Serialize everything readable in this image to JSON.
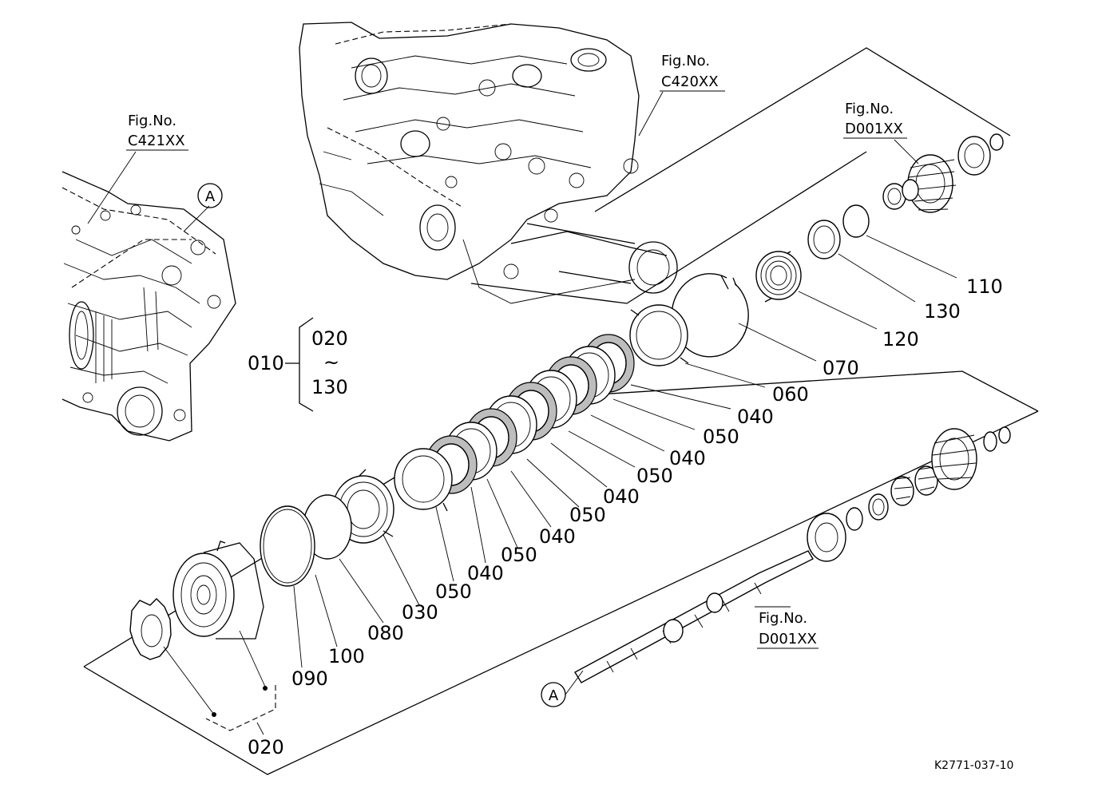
{
  "fig_refs": {
    "c421": {
      "title": "Fig.No.",
      "code": "C421XX"
    },
    "c420": {
      "title": "Fig.No.",
      "code": "C420XX"
    },
    "d001_top": {
      "title": "Fig.No.",
      "code": "D001XX"
    },
    "d001_shaft": {
      "title": "Fig.No.",
      "code": "D001XX"
    }
  },
  "ref_marks": {
    "upper": "A",
    "lower": "A"
  },
  "assembly": {
    "part": "010",
    "range_start": "020",
    "range_sep": "~",
    "range_end": "130"
  },
  "part_labels": {
    "p110": "110",
    "p130": "130",
    "p120": "120",
    "p070": "070",
    "p060": "060",
    "p040a": "040",
    "p050a": "050",
    "p040b": "040",
    "p050b": "050",
    "p040c": "040",
    "p050c": "050",
    "p040d": "040",
    "p050d": "050",
    "p040e": "040",
    "p050e": "050",
    "p030": "030",
    "p080": "080",
    "p100": "100",
    "p090": "090",
    "p020": "020"
  },
  "drawing_code": "K2771-037-10"
}
